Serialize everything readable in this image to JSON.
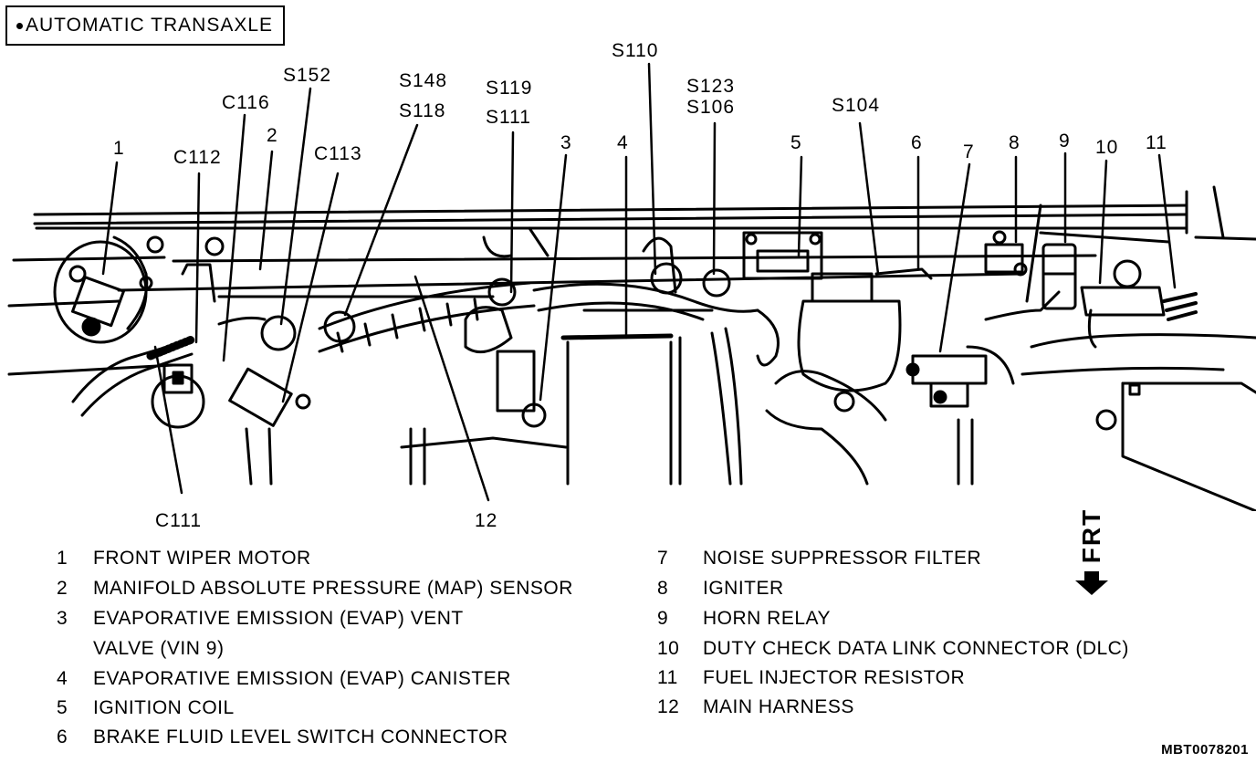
{
  "header": {
    "variant_label": "AUTOMATIC TRANSAXLE"
  },
  "callouts": {
    "c1": "1",
    "c2": "2",
    "c3": "3",
    "c4": "4",
    "c5": "5",
    "c6": "6",
    "c7": "7",
    "c8": "8",
    "c9": "9",
    "c10": "10",
    "c11": "11",
    "c12": "12",
    "c112": "C112",
    "c116": "C116",
    "s152": "S152",
    "c113": "C113",
    "s148": "S148",
    "s118": "S118",
    "s119": "S119",
    "s111": "S111",
    "s110": "S110",
    "s123": "S123",
    "s106": "S106",
    "s104": "S104",
    "c111": "C111"
  },
  "legend": {
    "left": [
      {
        "num": "1",
        "text": "FRONT WIPER MOTOR"
      },
      {
        "num": "2",
        "text": "MANIFOLD ABSOLUTE PRESSURE (MAP) SENSOR"
      },
      {
        "num": "3",
        "text": "EVAPORATIVE EMISSION (EVAP) VENT"
      },
      {
        "num": "",
        "text": "VALVE (VIN 9)"
      },
      {
        "num": "4",
        "text": "EVAPORATIVE EMISSION (EVAP) CANISTER"
      },
      {
        "num": "5",
        "text": "IGNITION COIL"
      },
      {
        "num": "6",
        "text": "BRAKE FLUID LEVEL SWITCH CONNECTOR"
      }
    ],
    "right": [
      {
        "num": "7",
        "text": "NOISE SUPPRESSOR FILTER"
      },
      {
        "num": "8",
        "text": "IGNITER"
      },
      {
        "num": "9",
        "text": "HORN RELAY"
      },
      {
        "num": "10",
        "text": "DUTY CHECK DATA LINK CONNECTOR (DLC)"
      },
      {
        "num": "11",
        "text": "FUEL INJECTOR RESISTOR"
      },
      {
        "num": "12",
        "text": "MAIN HARNESS"
      }
    ]
  },
  "direction": {
    "label": "FRT",
    "arrow": "down-arrow"
  },
  "figure_code": "MBT0078201"
}
